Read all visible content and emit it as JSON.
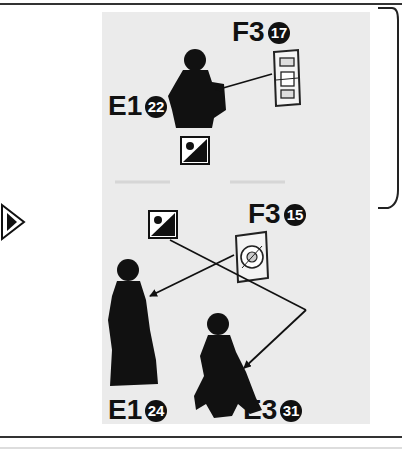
{
  "diagram": {
    "labels": [
      "F3",
      "17",
      "E1",
      "22",
      "F3",
      "15",
      "E1",
      "24",
      "E3",
      "31"
    ]
  }
}
